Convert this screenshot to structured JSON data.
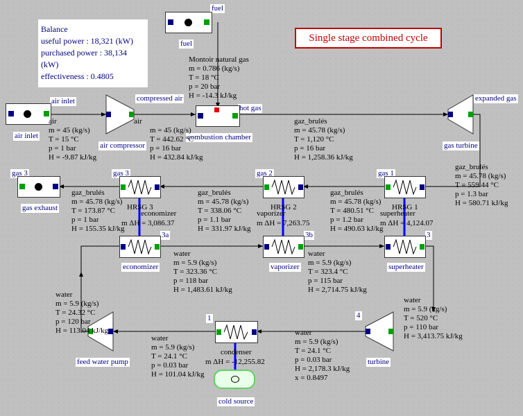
{
  "title": "Single stage combined cycle",
  "balance": {
    "heading": "Balance",
    "useful_power": "useful power : 18,321 (kW)",
    "purchased_power": "purchased power : 38,134 (kW)",
    "effectiveness": "effectiveness : 0.4805"
  },
  "components": {
    "fuel": {
      "top_label": "fuel",
      "name": "fuel"
    },
    "air_inlet": {
      "top_label": "air inlet",
      "name": "air inlet"
    },
    "compressor": {
      "top_label": "compressed air",
      "name": "air compressor"
    },
    "combustion": {
      "top_label": "hot gas",
      "name": "combustion chamber"
    },
    "gas_turbine": {
      "top_label": "expanded gas",
      "name": "gas turbine"
    },
    "gas_exhaust": {
      "top_label": "gas 3",
      "name": "gas exhaust"
    },
    "hrsg3": {
      "top_label": "gas 3",
      "name": "HRSG 3",
      "side": "economizer",
      "duty": "m ΔH = 3,086.37"
    },
    "hrsg2": {
      "top_label": "gas 2",
      "name": "HRSG 2",
      "side": "vaporizer",
      "duty": "m ΔH = 7,263.75"
    },
    "hrsg1": {
      "top_label": "gas 1",
      "name": "HRSG 1",
      "side": "superheater",
      "duty": "m ΔH = 4,124.07"
    },
    "economizer": {
      "top_label": "3a",
      "name": "economizer"
    },
    "vaporizer": {
      "top_label": "3b",
      "name": "vaporizer"
    },
    "superheater": {
      "top_label": "3",
      "name": "superheater"
    },
    "turbine": {
      "top_label": "4",
      "name": "turbine"
    },
    "condenser": {
      "top_label": "1",
      "name": "condenser",
      "duty": "m ΔH = -12,255.82"
    },
    "pump": {
      "name": "feed water pump"
    },
    "cold_source": {
      "name": "cold source"
    }
  },
  "streams": {
    "fuel": [
      "Montoir natural gas",
      "m = 0.786 (kg/s)",
      "T = 18 °C",
      "p = 20 bar",
      "H = -14.3 kJ/kg"
    ],
    "air": [
      "air",
      "m = 45 (kg/s)",
      "T = 15 °C",
      "p = 1 bar",
      "H = -9.87 kJ/kg"
    ],
    "compressed_air": [
      "air",
      "m = 45 (kg/s)",
      "T = 442.62 °C",
      "p = 16 bar",
      "H = 432.84 kJ/kg"
    ],
    "hot_gas": [
      "gaz_brulés",
      "m = 45.78 (kg/s)",
      "T = 1,120 °C",
      "p = 16 bar",
      "H = 1,258.36 kJ/kg"
    ],
    "expanded_gas": [
      "gaz_brulés",
      "m = 45.78 (kg/s)",
      "T = 559.44 °C",
      "p = 1.3 bar",
      "H = 580.71 kJ/kg"
    ],
    "gas1": [
      "gaz_brulés",
      "m = 45.78 (kg/s)",
      "T = 480.51 °C",
      "p = 1.2 bar",
      "H = 490.63 kJ/kg"
    ],
    "gas2": [
      "gaz_brulés",
      "m = 45.78 (kg/s)",
      "T = 338.06 °C",
      "p = 1.1 bar",
      "H = 331.97 kJ/kg"
    ],
    "gas3": [
      "gaz_brulés",
      "m = 45.78 (kg/s)",
      "T = 173.87 °C",
      "p = 1 bar",
      "H = 155.35 kJ/kg"
    ],
    "water_3a": [
      "water",
      "m = 5.9 (kg/s)",
      "T = 323.36 °C",
      "p = 118 bar",
      "H = 1,483.61 kJ/kg"
    ],
    "water_3b": [
      "water",
      "m = 5.9 (kg/s)",
      "T = 323.4 °C",
      "p = 115 bar",
      "H = 2,714.75 kJ/kg"
    ],
    "water_3": [
      "water",
      "m = 5.9 (kg/s)",
      "T = 520 °C",
      "p = 110 bar",
      "H = 3,413.75 kJ/kg"
    ],
    "water_4": [
      "water",
      "m = 5.9 (kg/s)",
      "T = 24.1 °C",
      "p = 0.03 bar",
      "H = 2,178.3 kJ/kg",
      "x = 0.8497"
    ],
    "water_1": [
      "water",
      "m = 5.9 (kg/s)",
      "T = 24.1 °C",
      "p = 0.03 bar",
      "H = 101.04 kJ/kg"
    ],
    "water_2": [
      "water",
      "m = 5.9 (kg/s)",
      "T = 24.32 °C",
      "p = 120 bar",
      "H = 113.04 kJ/kg"
    ]
  },
  "colors": {
    "background": "#c0c0c0",
    "text": "#000080",
    "title": "#c00000",
    "port_in": "#000080",
    "port_out": "#00a000",
    "heat_link": "#0000ff"
  }
}
